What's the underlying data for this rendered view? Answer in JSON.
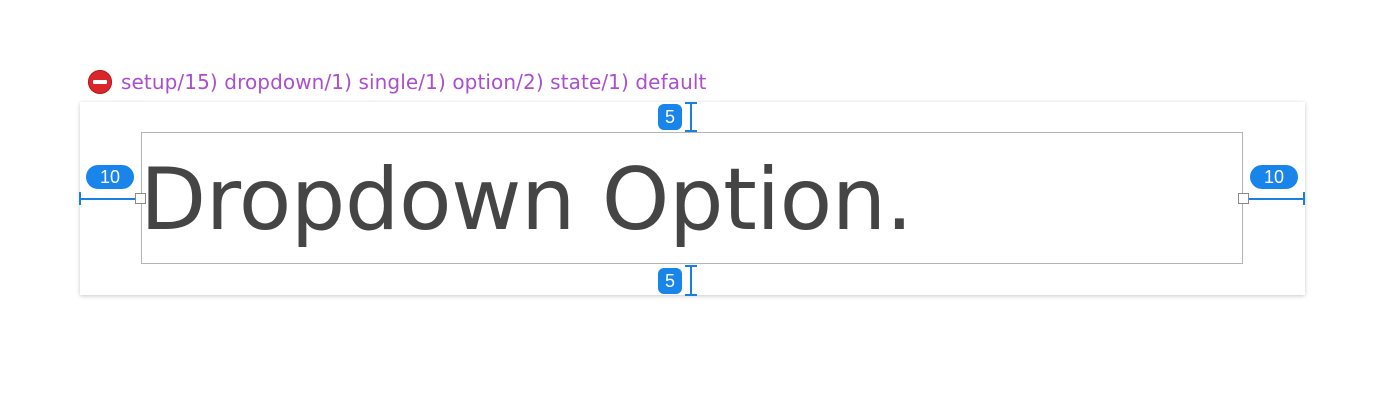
{
  "component": {
    "icon": "no-entry-icon",
    "path": "setup/15) dropdown/1) single/1) option/2) state/1) default"
  },
  "option": {
    "label": "Dropdown Option."
  },
  "spacing": {
    "top": "5",
    "bottom": "5",
    "left": "10",
    "right": "10"
  },
  "colors": {
    "title": "#a94fcf",
    "guide": "#1a7fe0",
    "text": "#454545",
    "icon": "#d9262b"
  }
}
